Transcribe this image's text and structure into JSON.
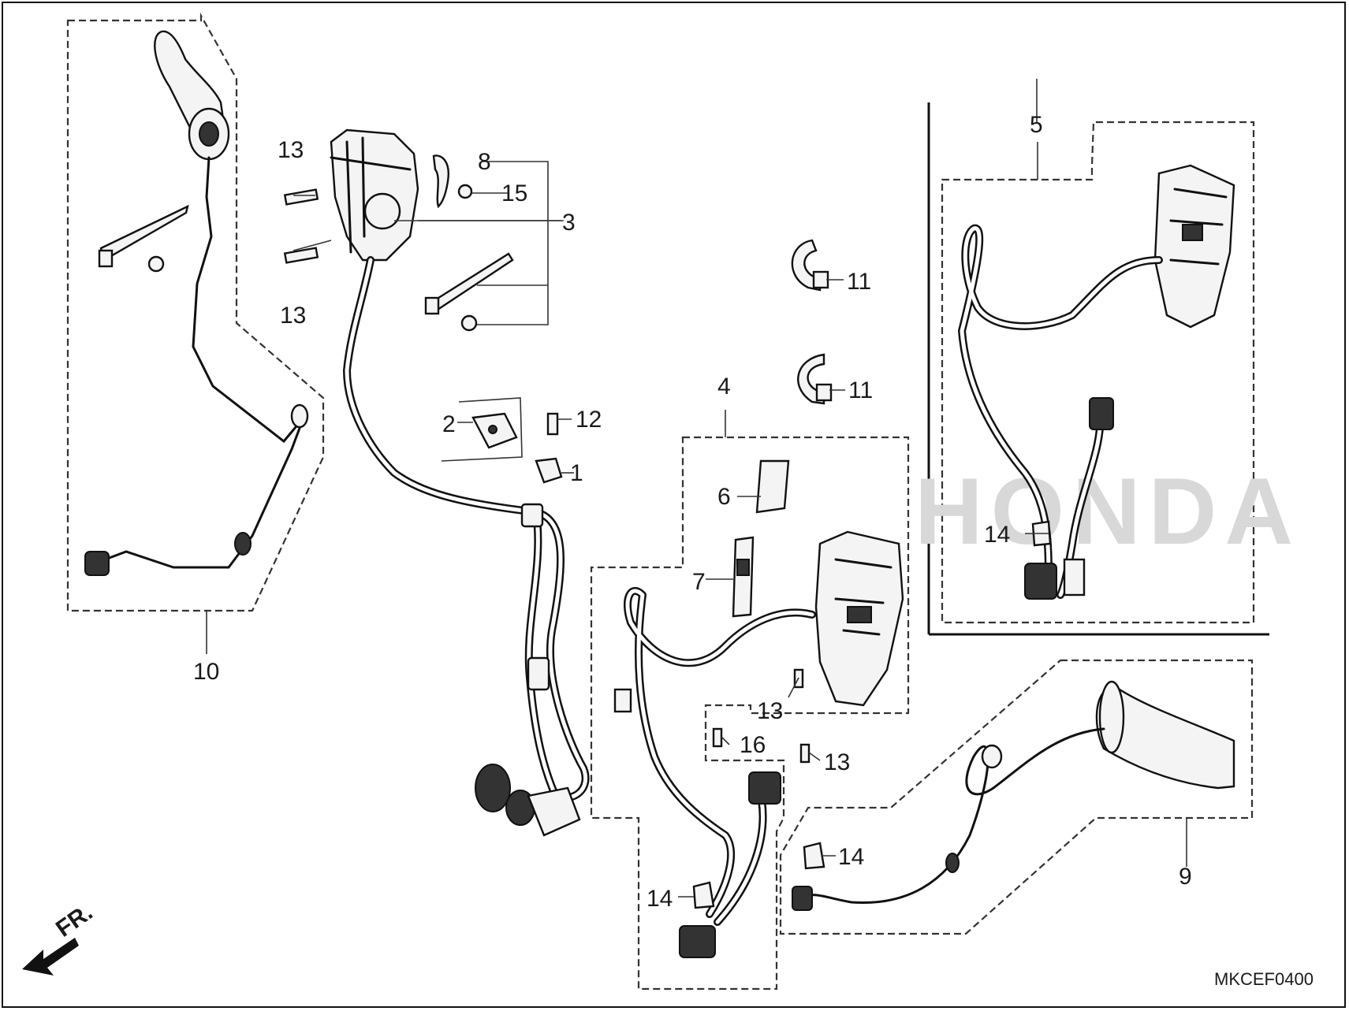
{
  "diagram_code": "MKCEF0400",
  "front_marker": "FR.",
  "callouts": {
    "p1": "1",
    "p2": "2",
    "p3": "3",
    "p4": "4",
    "p5": "5",
    "p6": "6",
    "p7": "7",
    "p8": "8",
    "p9": "9",
    "p10": "10",
    "p11a": "11",
    "p11b": "11",
    "p12": "12",
    "p13a": "13",
    "p13b": "13",
    "p13c": "13",
    "p13d": "13",
    "p14a": "14",
    "p14b": "14",
    "p14c": "14",
    "p15": "15",
    "p16": "16"
  },
  "watermark_text": "HONDA"
}
